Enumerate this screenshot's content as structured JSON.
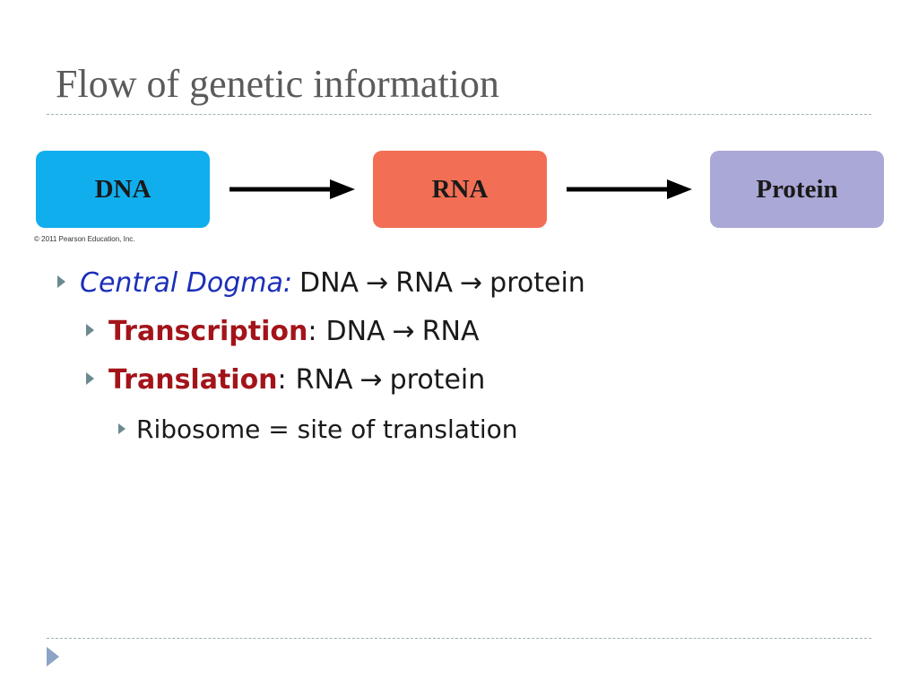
{
  "slide": {
    "title": "Flow of genetic information"
  },
  "diagram": {
    "boxes": {
      "dna": "DNA",
      "rna": "RNA",
      "protein": "Protein"
    },
    "copyright": "© 2011 Pearson Education, Inc."
  },
  "bullets": {
    "central": {
      "label": "Central Dogma:",
      "dna": "DNA",
      "rna": "RNA",
      "protein": "protein",
      "arrow": "→"
    },
    "transcription": {
      "label": "Transcription",
      "colon": ":",
      "from": "DNA",
      "to": "RNA",
      "arrow": "→"
    },
    "translation": {
      "label": "Translation",
      "colon": ":",
      "from": "RNA",
      "to": "protein",
      "arrow": "→"
    },
    "ribosome": {
      "text": "Ribosome = site of translation"
    }
  },
  "colors": {
    "dna_box": "#11aeee",
    "rna_box": "#f26f55",
    "protein_box": "#aaa8d6",
    "term_red": "#a3141a",
    "term_blue": "#1b2fb8"
  }
}
